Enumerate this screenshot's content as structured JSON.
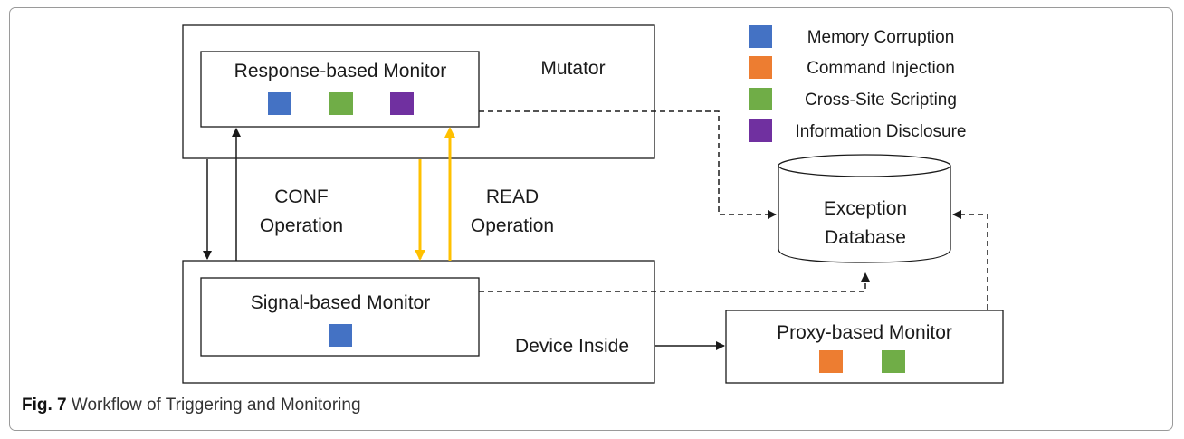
{
  "colors": {
    "memory_corruption": "#4472C4",
    "command_injection": "#ED7D31",
    "cross_site_scripting": "#70AD47",
    "information_disclosure": "#7030A0",
    "read_arrow": "#FFC000",
    "box_stroke": "#1a1a1a"
  },
  "diagram": {
    "mutator_label": "Mutator",
    "response_monitor_label": "Response-based Monitor",
    "conf_label_line1": "CONF",
    "conf_label_line2": "Operation",
    "read_label_line1": "READ",
    "read_label_line2": "Operation",
    "signal_monitor_label": "Signal-based Monitor",
    "device_inside_label": "Device Inside",
    "proxy_monitor_label": "Proxy-based Monitor",
    "exception_db_line1": "Exception",
    "exception_db_line2": "Database"
  },
  "legend": {
    "items": [
      {
        "label": "Memory Corruption",
        "icon": "square",
        "color_key": "memory_corruption"
      },
      {
        "label": "Command Injection",
        "icon": "square",
        "color_key": "command_injection"
      },
      {
        "label": "Cross-Site Scripting",
        "icon": "square",
        "color_key": "cross_site_scripting"
      },
      {
        "label": "Information Disclosure",
        "icon": "square",
        "color_key": "information_disclosure"
      }
    ]
  },
  "caption": {
    "fig_label": "Fig. 7",
    "text": " Workflow of Triggering and Monitoring"
  }
}
